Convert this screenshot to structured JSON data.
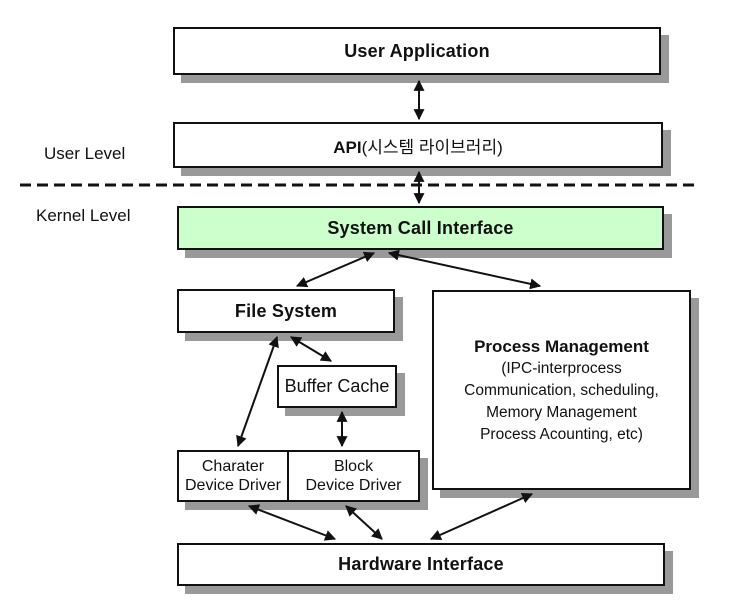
{
  "labels": {
    "user_level": "User Level",
    "kernel_level": "Kernel Level"
  },
  "boxes": {
    "user_application": {
      "label": "User Application"
    },
    "api": {
      "prefix": "API",
      "suffix": "(시스템 라이브러리)"
    },
    "system_call_interface": {
      "label": "System Call Interface"
    },
    "file_system": {
      "label": "File System"
    },
    "buffer_cache": {
      "label": "Buffer Cache"
    },
    "process_management": {
      "title": "Process Management",
      "lines": [
        "(IPC-interprocess",
        "Communication, scheduling,",
        "Memory Management",
        "Process Acounting, etc)"
      ]
    },
    "character_device_driver": {
      "line1": "Charater",
      "line2": "Device Driver"
    },
    "block_device_driver": {
      "line1": "Block",
      "line2": "Device Driver"
    },
    "hardware_interface": {
      "label": "Hardware Interface"
    }
  },
  "colors": {
    "box_fill": "#ffffff",
    "highlight_fill": "#ccffcc",
    "shadow": "#999999",
    "border": "#111111",
    "background": "#ffffff"
  },
  "connections": [
    {
      "from": "user_application",
      "to": "api",
      "bidirectional": true
    },
    {
      "from": "api",
      "to": "system_call_interface",
      "bidirectional": true
    },
    {
      "from": "system_call_interface",
      "to": "file_system",
      "bidirectional": true
    },
    {
      "from": "system_call_interface",
      "to": "process_management",
      "bidirectional": true
    },
    {
      "from": "file_system",
      "to": "buffer_cache",
      "bidirectional": true
    },
    {
      "from": "file_system",
      "to": "character_device_driver",
      "bidirectional": true
    },
    {
      "from": "buffer_cache",
      "to": "block_device_driver",
      "bidirectional": true
    },
    {
      "from": "character_device_driver",
      "to": "hardware_interface",
      "bidirectional": true
    },
    {
      "from": "block_device_driver",
      "to": "hardware_interface",
      "bidirectional": true
    },
    {
      "from": "process_management",
      "to": "hardware_interface",
      "bidirectional": true
    }
  ],
  "separator": {
    "type": "dashed-line",
    "divides": [
      "User Level",
      "Kernel Level"
    ]
  }
}
